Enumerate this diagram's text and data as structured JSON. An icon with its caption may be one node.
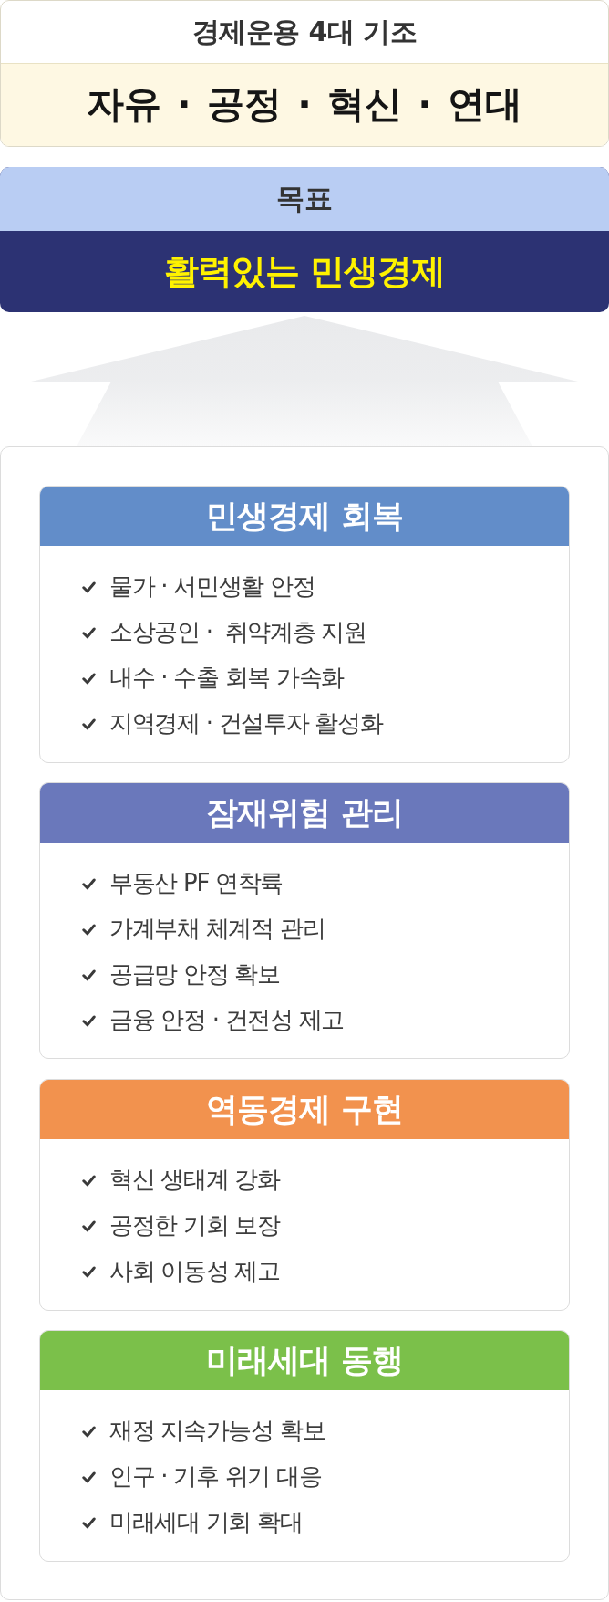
{
  "diagram": {
    "nodes": [
      {
        "text": [
          "경제운용 4대 기조",
          "자유 · 공정 · 혁신 · 연대"
        ]
      },
      {
        "text": [
          "목표",
          "활력있는 민생경제"
        ]
      },
      {
        "text": [],
        "shape": "box"
      },
      {
        "text": [
          "민생경제 회복",
          "물가 · 서민생활 안정",
          "소상공인 ·  취약계층 지원",
          "내수 · 수출 회복 가속화",
          "지역경제 · 건설투자 활성화"
        ],
        "in": 2
      },
      {
        "text": [
          "잠재위험 관리",
          "부동산 PF 연착륙",
          "가계부채 체계적 관리",
          "공급망 안정 확보",
          "금융 안정 · 건전성 제고"
        ],
        "in": 2
      },
      {
        "text": [
          "역동경제 구현",
          "혁신 생태계 강화",
          "공정한 기회 보장",
          "사회 이동성 제고"
        ],
        "in": 2
      },
      {
        "text": [
          "미래세대 동행",
          "재정 지속가능성 확보",
          "인구 · 기후 위기 대응",
          "미래세대 기회 확대"
        ],
        "in": 2
      }
    ],
    "edges": [
      {
        "from": 2,
        "to": 1,
        "arrow": "to"
      }
    ]
  }
}
